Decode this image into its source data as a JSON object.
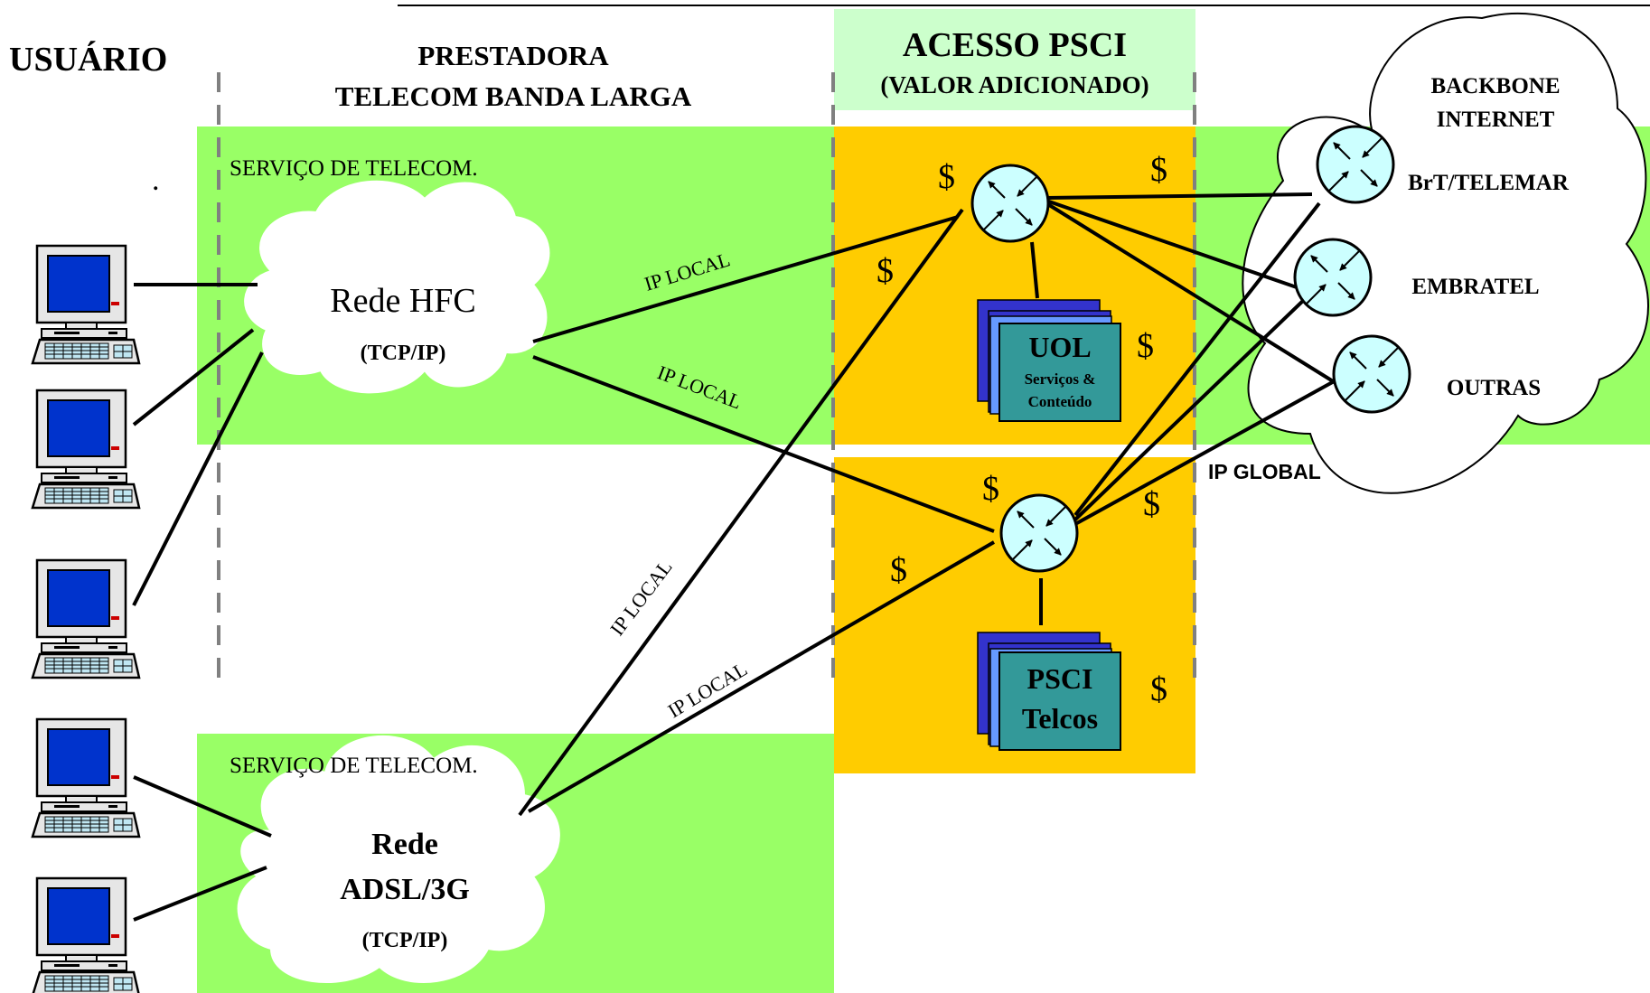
{
  "headers": {
    "usuario": "USUÁRIO",
    "prestadora_line1": "PRESTADORA",
    "prestadora_line2": "TELECOM BANDA LARGA",
    "acesso_line1": "ACESSO PSCI",
    "acesso_line2": "(VALOR ADICIONADO)"
  },
  "zones": {
    "servico_top": "SERVIÇO DE TELECOM.",
    "servico_bottom": "SERVIÇO DE TELECOM.",
    "dot": "."
  },
  "clouds": {
    "hfc_title": "Rede HFC",
    "hfc_sub": "(TCP/IP)",
    "adsl_title1": "Rede",
    "adsl_title2": "ADSL/3G",
    "adsl_sub": "(TCP/IP)",
    "backbone_line1": "BACKBONE",
    "backbone_line2": "INTERNET"
  },
  "isps": {
    "brt": "BrT/TELEMAR",
    "embratel": "EMBRATEL",
    "outras": "OUTRAS"
  },
  "servers": {
    "uol_title": "UOL",
    "uol_sub1": "Serviços &",
    "uol_sub2": "Conteúdo",
    "psci_title1": "PSCI",
    "psci_title2": "Telcos"
  },
  "links": {
    "ip_local_1": "IP LOCAL",
    "ip_local_2": "IP LOCAL",
    "ip_local_3": "IP LOCAL",
    "ip_local_4": "IP LOCAL",
    "ip_global": "IP GLOBAL"
  },
  "money_symbol": "$",
  "colors": {
    "green_zone": "#99FF66",
    "orange_zone": "#FFCC00",
    "header_band": "#CCFFCC",
    "router_fill": "#CCFFFF",
    "server_fill": "#339999",
    "server_back": "#3333CC",
    "pc_screen": "#0033CC",
    "line": "#000000"
  }
}
